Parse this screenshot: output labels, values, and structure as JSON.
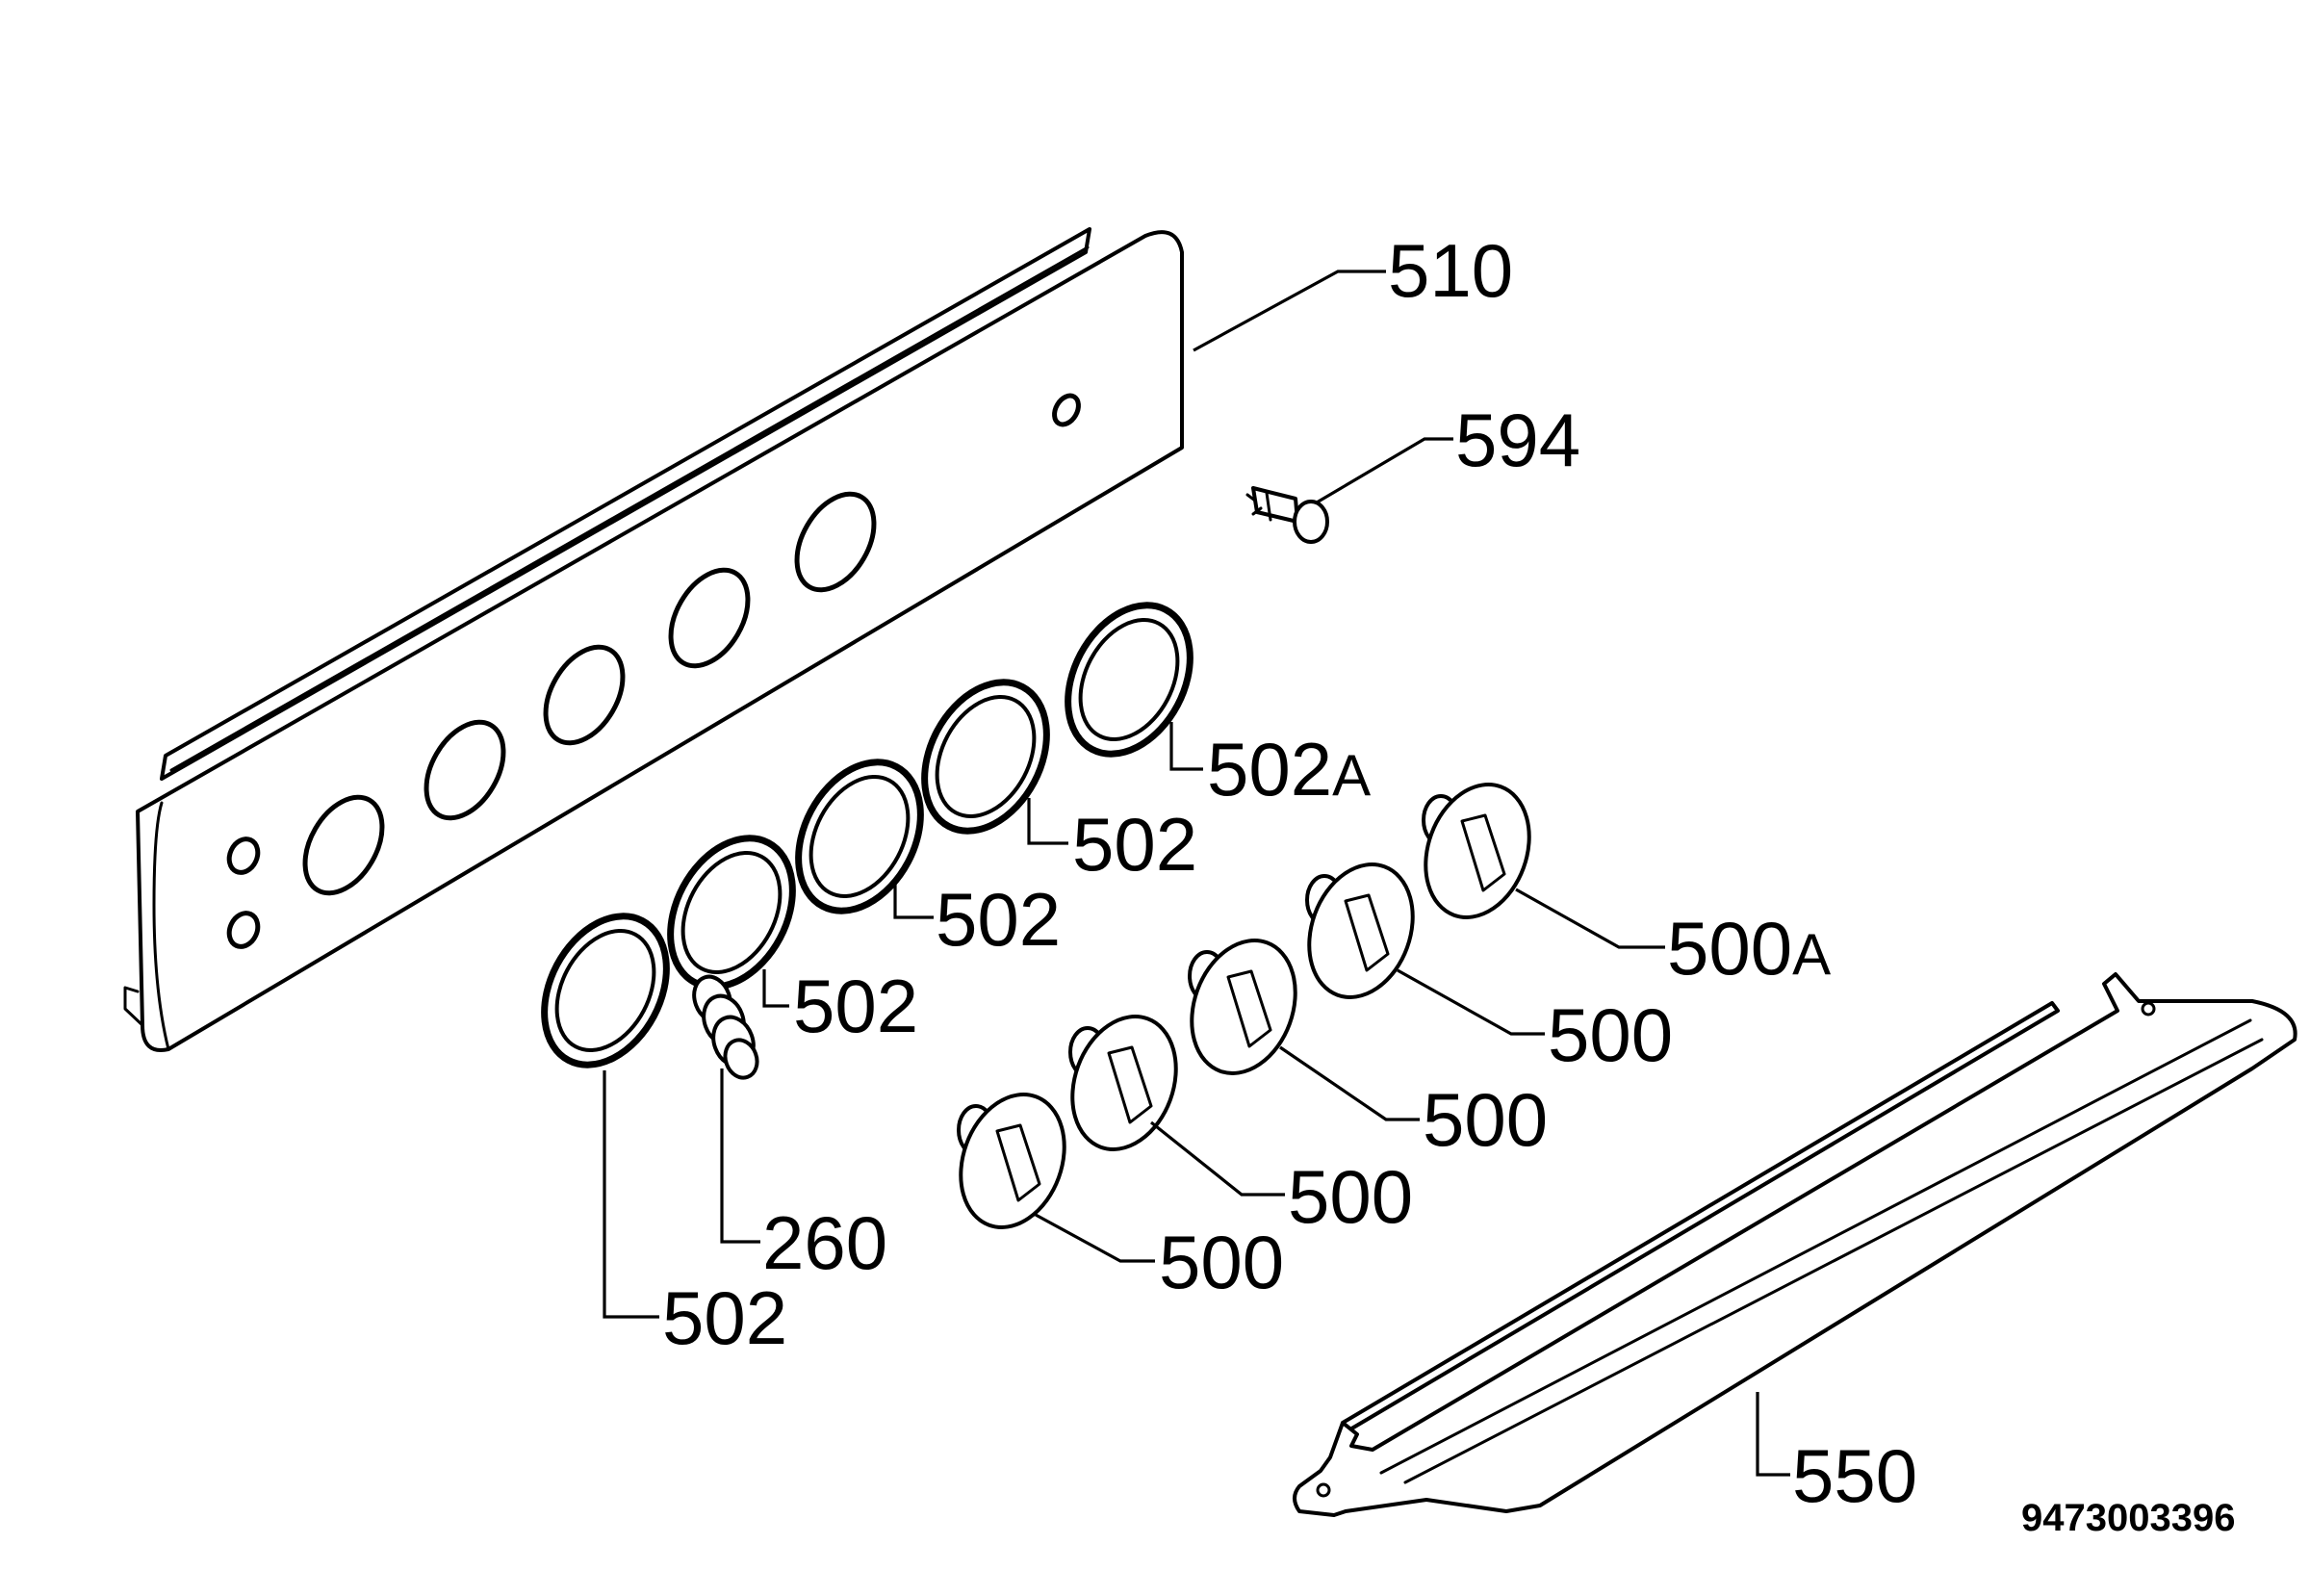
{
  "labels": {
    "panel": "510",
    "light": "594",
    "ring_a": "502",
    "ring_a_suffix": "A",
    "ring_1": "502",
    "ring_2": "502",
    "ring_3": "502",
    "ring_4": "502",
    "spring": "260",
    "knob_a": "500",
    "knob_a_suffix": "A",
    "knob_1": "500",
    "knob_2": "500",
    "knob_3": "500",
    "knob_4": "500",
    "trim": "550"
  },
  "reference_number": "9473003396"
}
